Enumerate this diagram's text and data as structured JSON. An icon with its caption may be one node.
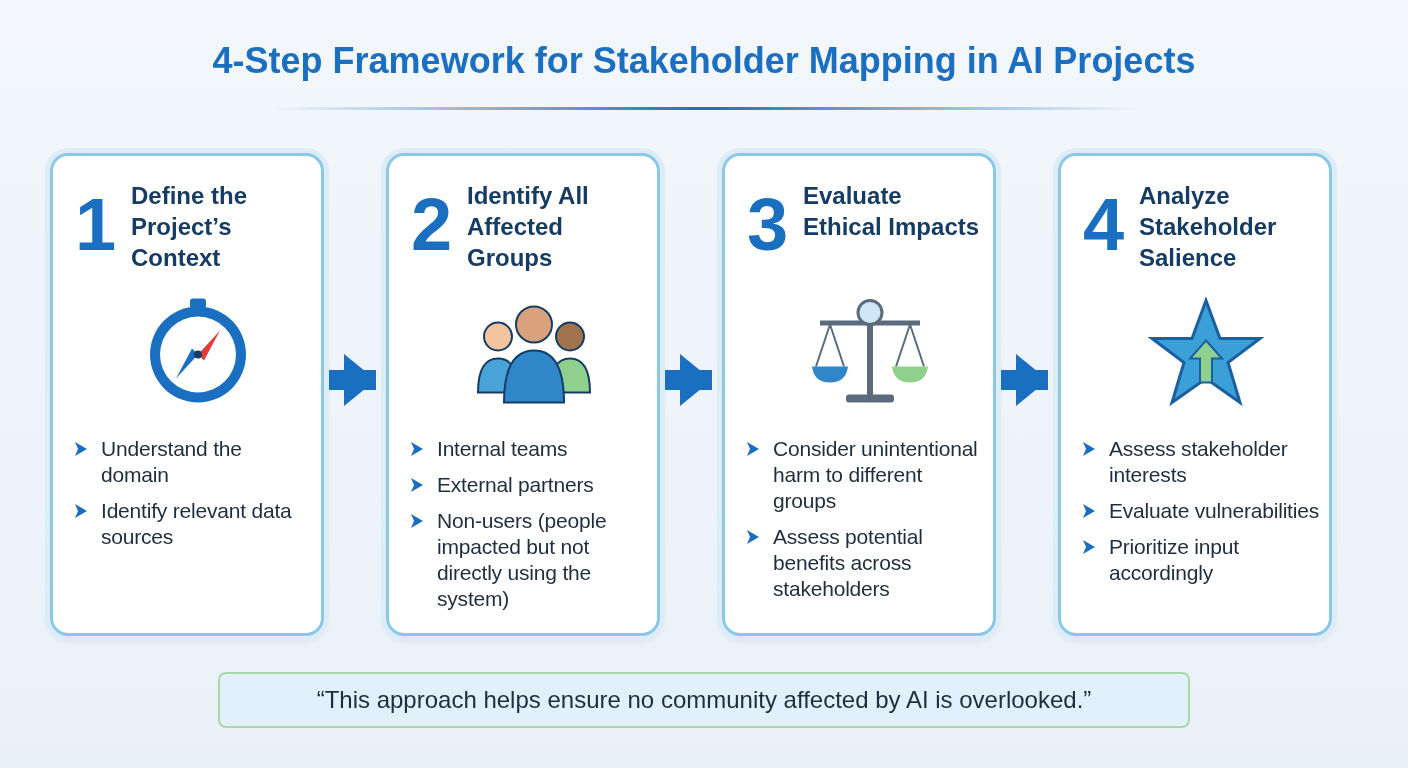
{
  "diagram": {
    "title": "4-Step Framework for Stakeholder Mapping in AI Projects",
    "nodes": [
      {
        "text": [
          "1",
          "Define the Project’s Context",
          "Understand the domain",
          "Identify relevant data sources"
        ]
      },
      {
        "text": [
          "2",
          "Identify All Affected Groups",
          "Internal teams",
          "External partners",
          "Non-users (people impacted but not directly using the system)"
        ]
      },
      {
        "text": [
          "3",
          "Evaluate Ethical Impacts",
          "Consider unintentional harm to different groups",
          "Assess potential benefits across stakeholders"
        ]
      },
      {
        "text": [
          "4",
          "Analyze Stakeholder Salience",
          "Assess stakeholder interests",
          "Evaluate vulnerabilities",
          "Prioritize input accordingly"
        ]
      },
      {
        "text": [
          "“This approach helps ensure no community affected by AI is overlooked.”"
        ]
      }
    ],
    "edges": [
      {
        "from": 0,
        "to": 1,
        "arrow": "to"
      },
      {
        "from": 1,
        "to": 2,
        "arrow": "to"
      },
      {
        "from": 2,
        "to": 3,
        "arrow": "to"
      }
    ]
  }
}
